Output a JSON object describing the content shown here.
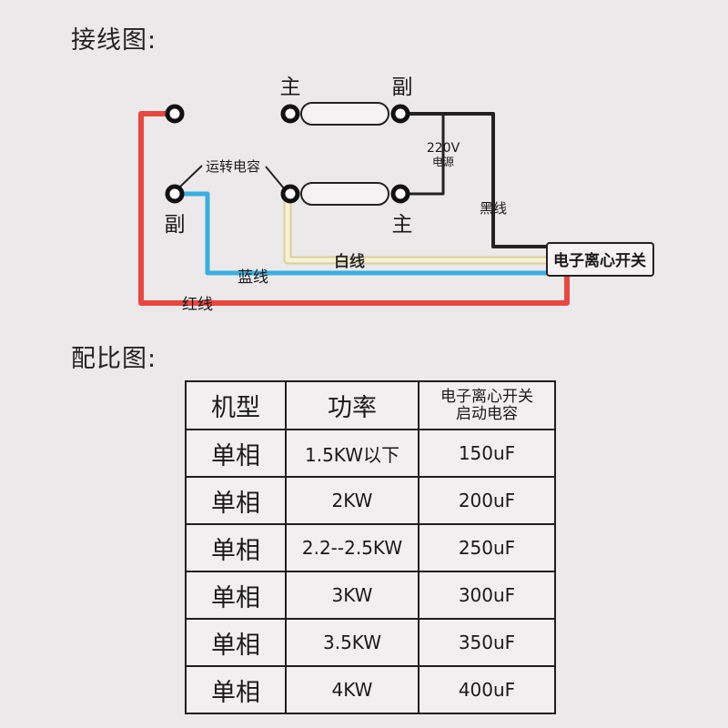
{
  "headings": {
    "wiring": "接线图:",
    "ratio": "配比图:"
  },
  "diagram": {
    "labels": {
      "main_top": "主",
      "aux_top": "副",
      "aux_left": "副",
      "main_bottom": "主",
      "run_capacitor": "运转电容",
      "voltage": "220V",
      "power_source": "电源",
      "black_wire": "黑线",
      "white_wire": "白线",
      "blue_wire": "蓝线",
      "red_wire": "红线",
      "switch": "电子离心开关"
    },
    "colors": {
      "red": "#e8483f",
      "blue": "#3aaee0",
      "white": "#f7f2d4",
      "white_stroke": "#d8cf9e",
      "black": "#222222",
      "blue_text": "#2f86cf",
      "red_text": "#e0453c"
    }
  },
  "table": {
    "headers": {
      "model": "机型",
      "power": "功率",
      "capacitor_line1": "电子离心开关",
      "capacitor_line2": "启动电容"
    },
    "rows": [
      {
        "model": "单相",
        "power": "1.5KW以下",
        "capacitor": "150uF"
      },
      {
        "model": "单相",
        "power": "2KW",
        "capacitor": "200uF"
      },
      {
        "model": "单相",
        "power": "2.2--2.5KW",
        "capacitor": "250uF"
      },
      {
        "model": "单相",
        "power": "3KW",
        "capacitor": "300uF"
      },
      {
        "model": "单相",
        "power": "3.5KW",
        "capacitor": "350uF"
      },
      {
        "model": "单相",
        "power": "4KW",
        "capacitor": "400uF"
      }
    ]
  }
}
